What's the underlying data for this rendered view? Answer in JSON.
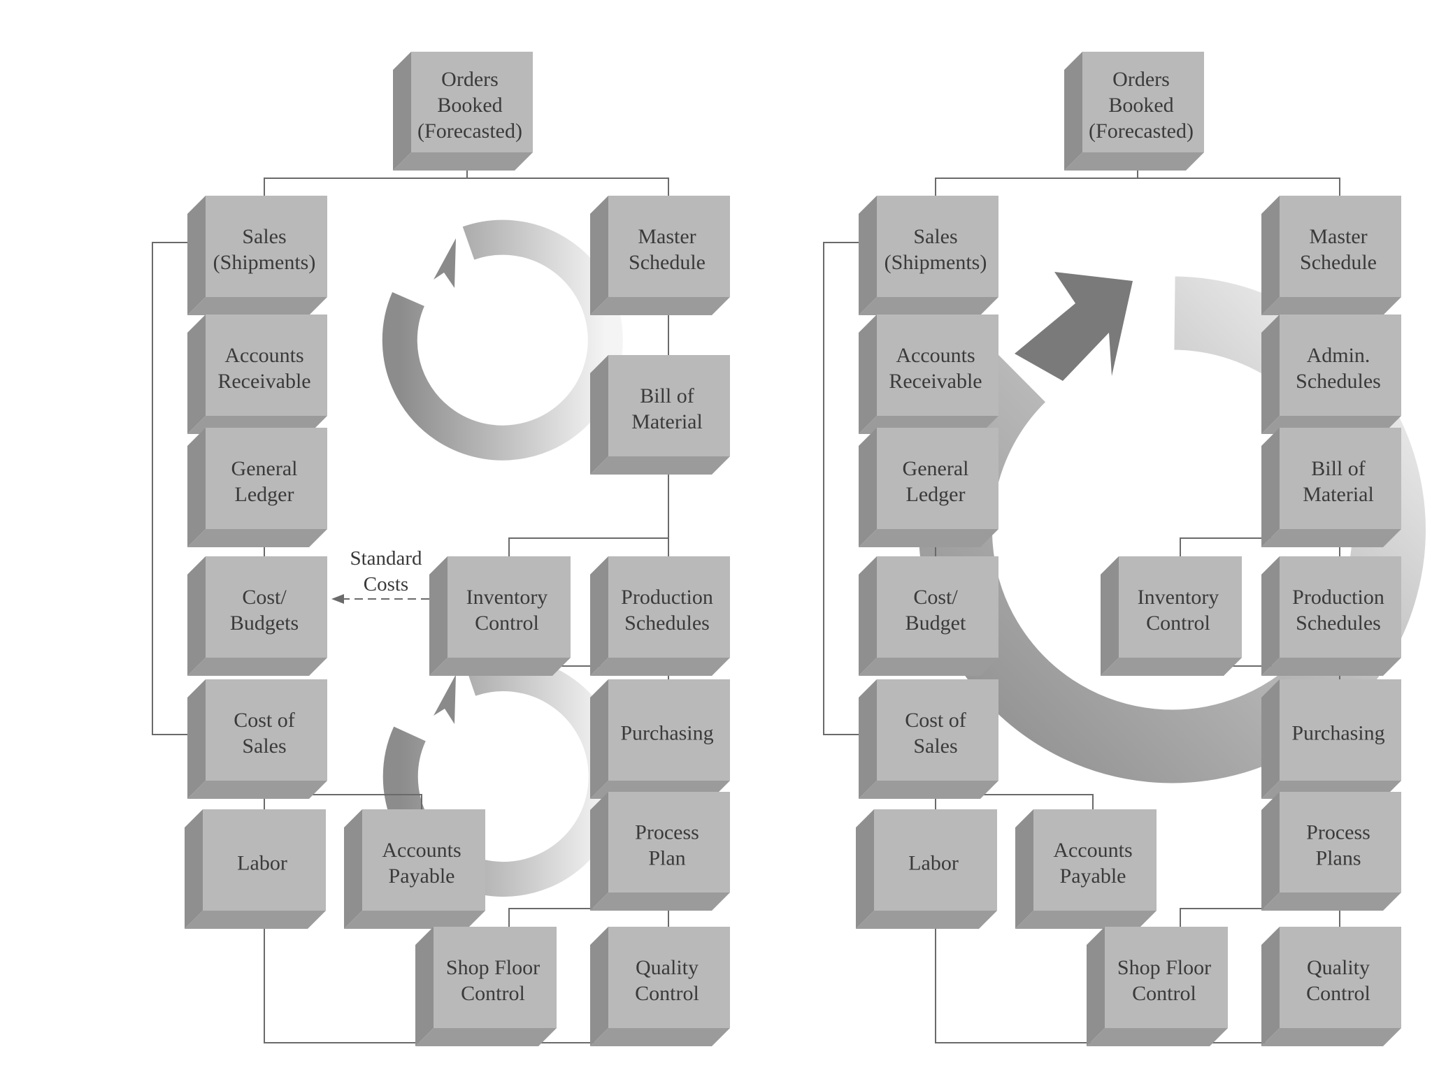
{
  "colors": {
    "box_front": "#b9b9b9",
    "box_side": "#8f8f8f",
    "box_top": "#a6a6a6",
    "text": "#3a3a3a",
    "line": "#6a6a6a",
    "arrow_dark": "#8a8a8a",
    "arrow_light": "#f2f2f2",
    "background": "#ffffff"
  },
  "annotation": {
    "standard_costs": [
      "Standard",
      "Costs"
    ]
  },
  "panels": [
    {
      "id": "left",
      "boxes": [
        {
          "id": "orders",
          "lines": [
            "Orders",
            "Booked",
            "(Forecasted)"
          ]
        },
        {
          "id": "sales",
          "lines": [
            "Sales",
            "(Shipments)"
          ]
        },
        {
          "id": "ar",
          "lines": [
            "Accounts",
            "Receivable"
          ]
        },
        {
          "id": "gl",
          "lines": [
            "General",
            "Ledger"
          ]
        },
        {
          "id": "cost",
          "lines": [
            "Cost/",
            "Budgets"
          ]
        },
        {
          "id": "cos",
          "lines": [
            "Cost of",
            "Sales"
          ]
        },
        {
          "id": "labor",
          "lines": [
            "Labor"
          ]
        },
        {
          "id": "ap",
          "lines": [
            "Accounts",
            "Payable"
          ]
        },
        {
          "id": "ms",
          "lines": [
            "Master",
            "Schedule"
          ]
        },
        {
          "id": "bom",
          "lines": [
            "Bill of",
            "Material"
          ]
        },
        {
          "id": "inv",
          "lines": [
            "Inventory",
            "Control"
          ]
        },
        {
          "id": "prod",
          "lines": [
            "Production",
            "Schedules"
          ]
        },
        {
          "id": "purch",
          "lines": [
            "Purchasing"
          ]
        },
        {
          "id": "proc",
          "lines": [
            "Process",
            "Plan"
          ]
        },
        {
          "id": "sfc",
          "lines": [
            "Shop Floor",
            "Control"
          ]
        },
        {
          "id": "qc",
          "lines": [
            "Quality",
            "Control"
          ]
        }
      ]
    },
    {
      "id": "right",
      "boxes": [
        {
          "id": "orders",
          "lines": [
            "Orders",
            "Booked",
            "(Forecasted)"
          ]
        },
        {
          "id": "sales",
          "lines": [
            "Sales",
            "(Shipments)"
          ]
        },
        {
          "id": "ar",
          "lines": [
            "Accounts",
            "Receivable"
          ]
        },
        {
          "id": "gl",
          "lines": [
            "General",
            "Ledger"
          ]
        },
        {
          "id": "cost",
          "lines": [
            "Cost/",
            "Budget"
          ]
        },
        {
          "id": "cos",
          "lines": [
            "Cost of",
            "Sales"
          ]
        },
        {
          "id": "labor",
          "lines": [
            "Labor"
          ]
        },
        {
          "id": "ap",
          "lines": [
            "Accounts",
            "Payable"
          ]
        },
        {
          "id": "ms",
          "lines": [
            "Master",
            "Schedule"
          ]
        },
        {
          "id": "admin",
          "lines": [
            "Admin.",
            "Schedules"
          ]
        },
        {
          "id": "bom",
          "lines": [
            "Bill of",
            "Material"
          ]
        },
        {
          "id": "inv",
          "lines": [
            "Inventory",
            "Control"
          ]
        },
        {
          "id": "prod",
          "lines": [
            "Production",
            "Schedules"
          ]
        },
        {
          "id": "purch",
          "lines": [
            "Purchasing"
          ]
        },
        {
          "id": "proc",
          "lines": [
            "Process",
            "Plans"
          ]
        },
        {
          "id": "sfc",
          "lines": [
            "Shop Floor",
            "Control"
          ]
        },
        {
          "id": "qc",
          "lines": [
            "Quality",
            "Control"
          ]
        }
      ]
    }
  ]
}
